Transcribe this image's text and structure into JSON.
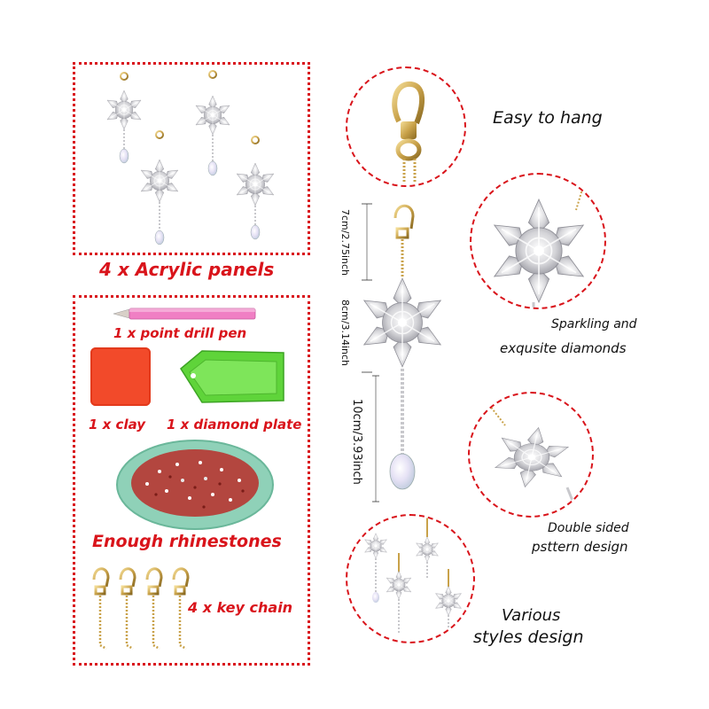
{
  "left_panel": {
    "acrylic_label": "4 x Acrylic panels",
    "pen_label": "1 x point drill pen",
    "clay_label": "1 x clay",
    "plate_label": "1 x diamond plate",
    "rhinestones_label": "Enough rhinestones",
    "keychain_label": "4 x key chain"
  },
  "center": {
    "dim_top": "7cm/2.75inch",
    "dim_mid": "8cm/3.14inch",
    "dim_bottom": "10cm/3.93inch"
  },
  "features": {
    "hang": "Easy to hang",
    "sparkle_line1": "Sparkling and",
    "sparkle_line2": "exqusite diamonds",
    "double_line1": "Double sided",
    "double_line2": "psttern design",
    "various_line1": "Various",
    "various_line2": "styles design"
  },
  "colors": {
    "accent_red": "#d9141b",
    "pen_pink": "#f07fc4",
    "clay_red": "#f24a2a",
    "plate_green": "#5fd43a",
    "gold": "#c9a24a",
    "crystal_silver": "#c8c8cc"
  }
}
